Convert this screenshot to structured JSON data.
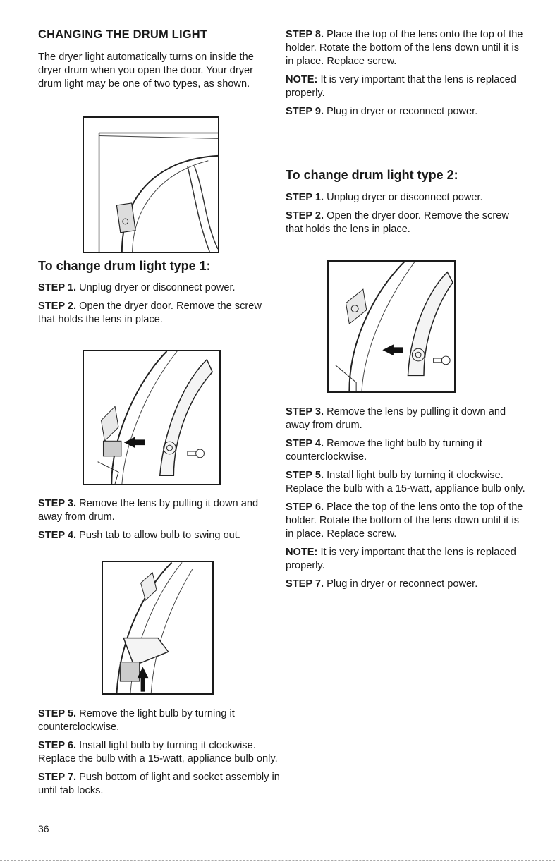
{
  "page_number": "36",
  "left": {
    "title": "CHANGING THE DRUM LIGHT",
    "intro": "The dryer light automatically turns on inside the dryer drum when you open the door. Your dryer drum light may be one of two types, as shown.",
    "type1_heading": "To change drum light type 1:",
    "steps_a": [
      {
        "label": "STEP 1.",
        "text": " Unplug dryer or disconnect power."
      },
      {
        "label": "STEP 2.",
        "text": " Open the dryer door. Remove the screw that holds the lens in place."
      }
    ],
    "steps_b": [
      {
        "label": "STEP 3.",
        "text": " Remove the lens by pulling it down and away from drum."
      },
      {
        "label": "STEP 4.",
        "text": " Push tab to allow bulb to swing out."
      }
    ],
    "steps_c": [
      {
        "label": "STEP 5.",
        "text": " Remove the light bulb by turning it counterclockwise."
      },
      {
        "label": "STEP 6.",
        "text": " Install light bulb by turning it clockwise. Replace the bulb with a 15-watt, appliance bulb only."
      },
      {
        "label": "STEP 7.",
        "text": " Push bottom of light and socket assembly in until tab locks."
      }
    ]
  },
  "right": {
    "steps_a": [
      {
        "label": "STEP 8.",
        "text": " Place the top of the lens onto the top of the holder. Rotate the bottom of the lens down until it is in place. Replace screw."
      },
      {
        "label": "NOTE:",
        "text": " It is very important that the lens is replaced properly."
      },
      {
        "label": "STEP 9.",
        "text": " Plug in dryer or reconnect power."
      }
    ],
    "type2_heading": "To change drum light type 2:",
    "steps_b": [
      {
        "label": "STEP 1.",
        "text": " Unplug dryer or disconnect power."
      },
      {
        "label": "STEP 2.",
        "text": " Open the dryer door. Remove the screw that holds the lens in place."
      }
    ],
    "steps_c": [
      {
        "label": "STEP 3.",
        "text": " Remove the lens by pulling it down and away from drum."
      },
      {
        "label": "STEP 4.",
        "text": " Remove the light bulb by turning it counterclockwise."
      },
      {
        "label": "STEP 5.",
        "text": " Install light bulb by turning it clockwise. Replace the bulb with a 15-watt, appliance bulb only."
      },
      {
        "label": "STEP 6.",
        "text": " Place the top of the lens onto the top of the holder. Rotate the bottom of the lens down until it is in place. Replace screw."
      },
      {
        "label": "NOTE:",
        "text": " It is very important that the lens is replaced properly."
      },
      {
        "label": "STEP 7.",
        "text": " Plug in dryer or reconnect power."
      }
    ]
  }
}
